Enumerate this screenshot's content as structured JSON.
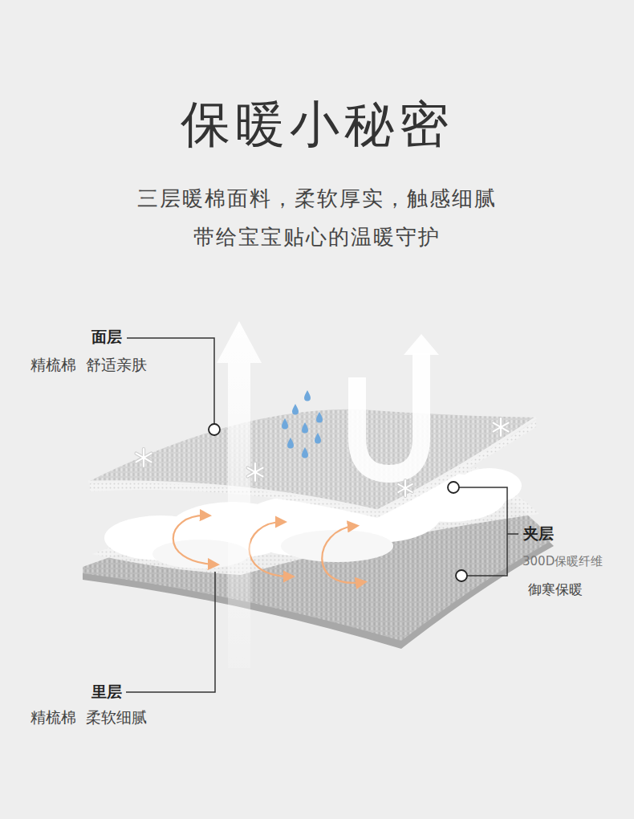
{
  "diagram": {
    "title": "保暖小秘密",
    "labels": [
      "三层暖棉面料，柔软厚实，触感细腻",
      "带给宝宝贴心的温暖守护",
      "面层",
      "精梳棉  舒适亲肤",
      "夹层",
      "300D保暖纤维",
      "御寒保暖",
      "里层",
      "精梳棉  柔软细腻"
    ]
  }
}
